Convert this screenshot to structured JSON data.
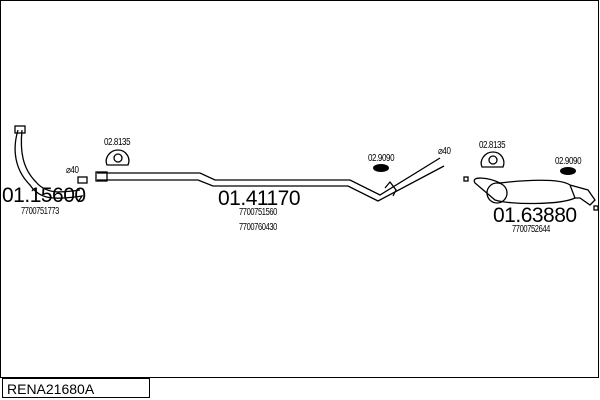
{
  "parts": [
    {
      "number": "01.15600",
      "oem": [
        "7700751773"
      ],
      "diameter": "⌀40"
    },
    {
      "number": "01.41170",
      "oem": [
        "7700751560",
        "7700760430"
      ]
    },
    {
      "number": "01.63880",
      "oem": [
        "7700752644"
      ]
    }
  ],
  "accessories": {
    "clamp_a": "02.8135",
    "clamp_b": "02.8135",
    "hanger_a": "02.9090",
    "hanger_b": "02.9090"
  },
  "diameter_mid": "⌀40",
  "reference": "RENA21680A"
}
